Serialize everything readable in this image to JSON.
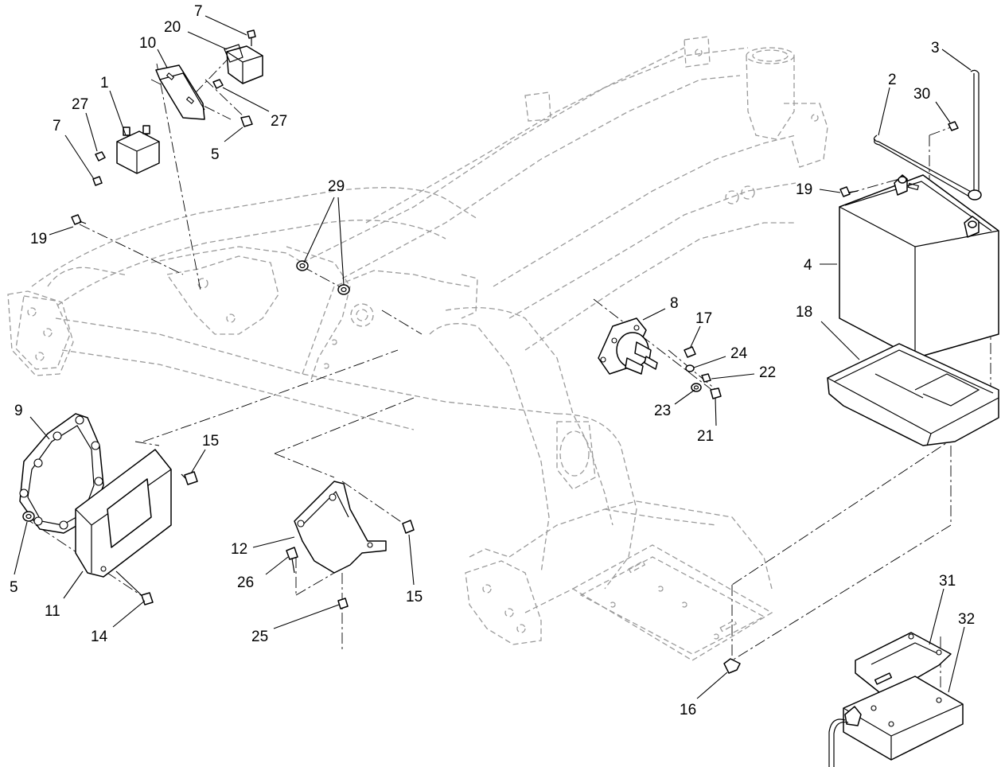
{
  "diagram": {
    "callouts": {
      "c1": "1",
      "c2": "2",
      "c3": "3",
      "c4": "4",
      "c5a": "5",
      "c5b": "5",
      "c7a": "7",
      "c7b": "7",
      "c8": "8",
      "c9": "9",
      "c10": "10",
      "c11": "11",
      "c12": "12",
      "c14": "14",
      "c15a": "15",
      "c15b": "15",
      "c16": "16",
      "c17": "17",
      "c18": "18",
      "c19a": "19",
      "c19b": "19",
      "c20": "20",
      "c21": "21",
      "c22": "22",
      "c23": "23",
      "c24": "24",
      "c25": "25",
      "c26": "26",
      "c27a": "27",
      "c27b": "27",
      "c29": "29",
      "c30": "30",
      "c31": "31",
      "c32": "32"
    }
  }
}
